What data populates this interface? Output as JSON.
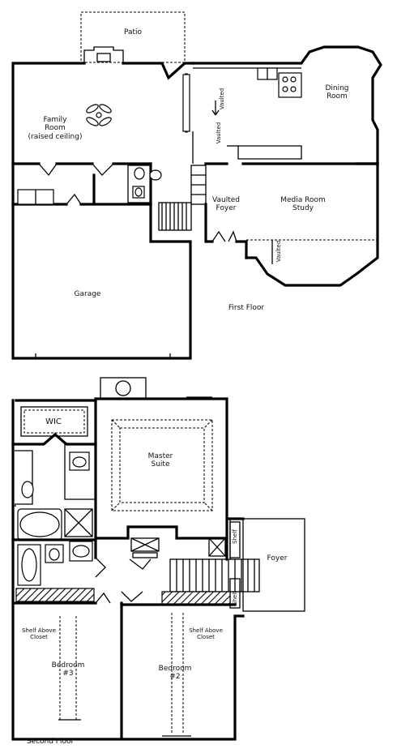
{
  "first_floor": {
    "caption": "First Floor",
    "rooms": {
      "patio": "Patio",
      "family_room": "Family\nRoom\n(raised ceiling)",
      "dining_room": "Dining\nRoom",
      "vaulted_kitchen": "Vaulted",
      "vaulted_stair": "Vaulted",
      "vaulted_foyer": "Vaulted\nFoyer",
      "media_study": "Media Room\nStudy",
      "vaulted_media": "Vaulted",
      "garage": "Garage"
    }
  },
  "second_floor": {
    "caption": "Second Floor",
    "rooms": {
      "wic": "WIC",
      "master_suite": "Master\nSuite",
      "shelf_1": "Shelf",
      "shelf_2": "Shelf",
      "foyer": "Foyer",
      "shelf_closet_left": "Shelf Above\nCloset",
      "shelf_closet_right": "Shelf Above\nCloset",
      "bedroom_3": "Bedroom\n#3",
      "bedroom_2": "Bedroom\n#2"
    }
  }
}
